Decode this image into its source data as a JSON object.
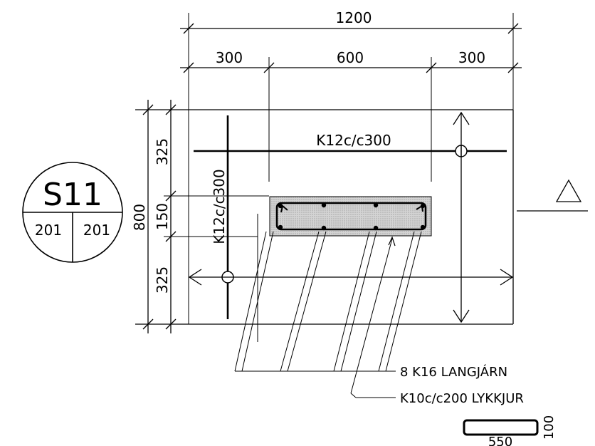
{
  "dimensions": {
    "overall_width": "1200",
    "left_offset": "300",
    "middle_span": "600",
    "right_offset": "300",
    "total_height": "800",
    "top_height": "325",
    "middle_height": "150",
    "bottom_height": "325"
  },
  "rebar": {
    "horizontal": "K12c/c300",
    "vertical": "K12c/c300",
    "longitudinal_callout": "8 K16 LANGJÁRN",
    "stirrup_callout": "K10c/c200 LYKKJUR"
  },
  "section_marker": {
    "label": "S11",
    "left_ref": "201",
    "right_ref": "201"
  },
  "stirrup_detail": {
    "length": "550",
    "height": "100"
  },
  "colors": {
    "line": "#000000",
    "beam_fill": "#c8c8c8",
    "background": "#ffffff"
  }
}
